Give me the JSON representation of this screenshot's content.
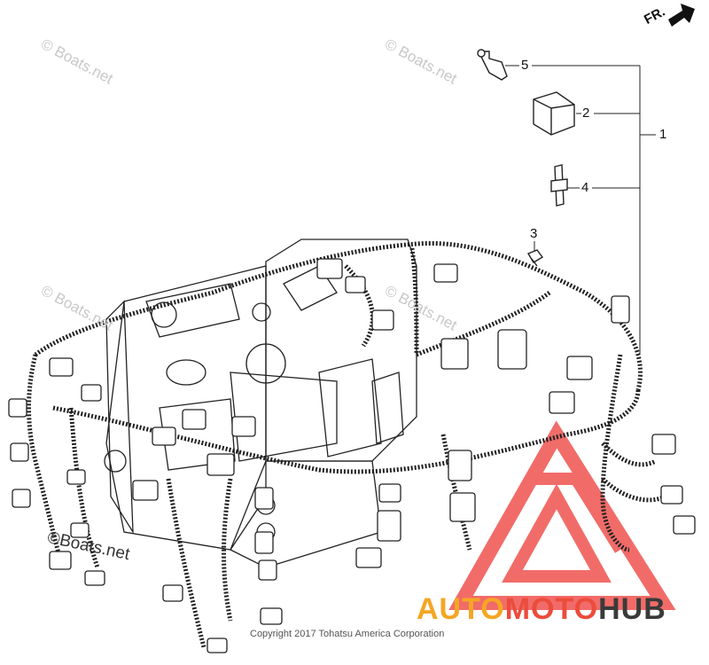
{
  "watermarks": {
    "text": "© Boats.net",
    "bottom_left": "©Boats.net"
  },
  "direction": {
    "label": "FR."
  },
  "callouts": {
    "c1": "1",
    "c2": "2",
    "c3": "3",
    "c4": "4",
    "c5": "5"
  },
  "copyright": "Copyright 2017 Tohatsu America Corporation",
  "brand": {
    "part1": "AUTO",
    "part2": "MOTO",
    "part3": "HUB",
    "colors": {
      "auto": "#f5a623",
      "moto": "#ec4c3b",
      "hub": "#3a3a3a",
      "logo": "#e53935"
    }
  }
}
